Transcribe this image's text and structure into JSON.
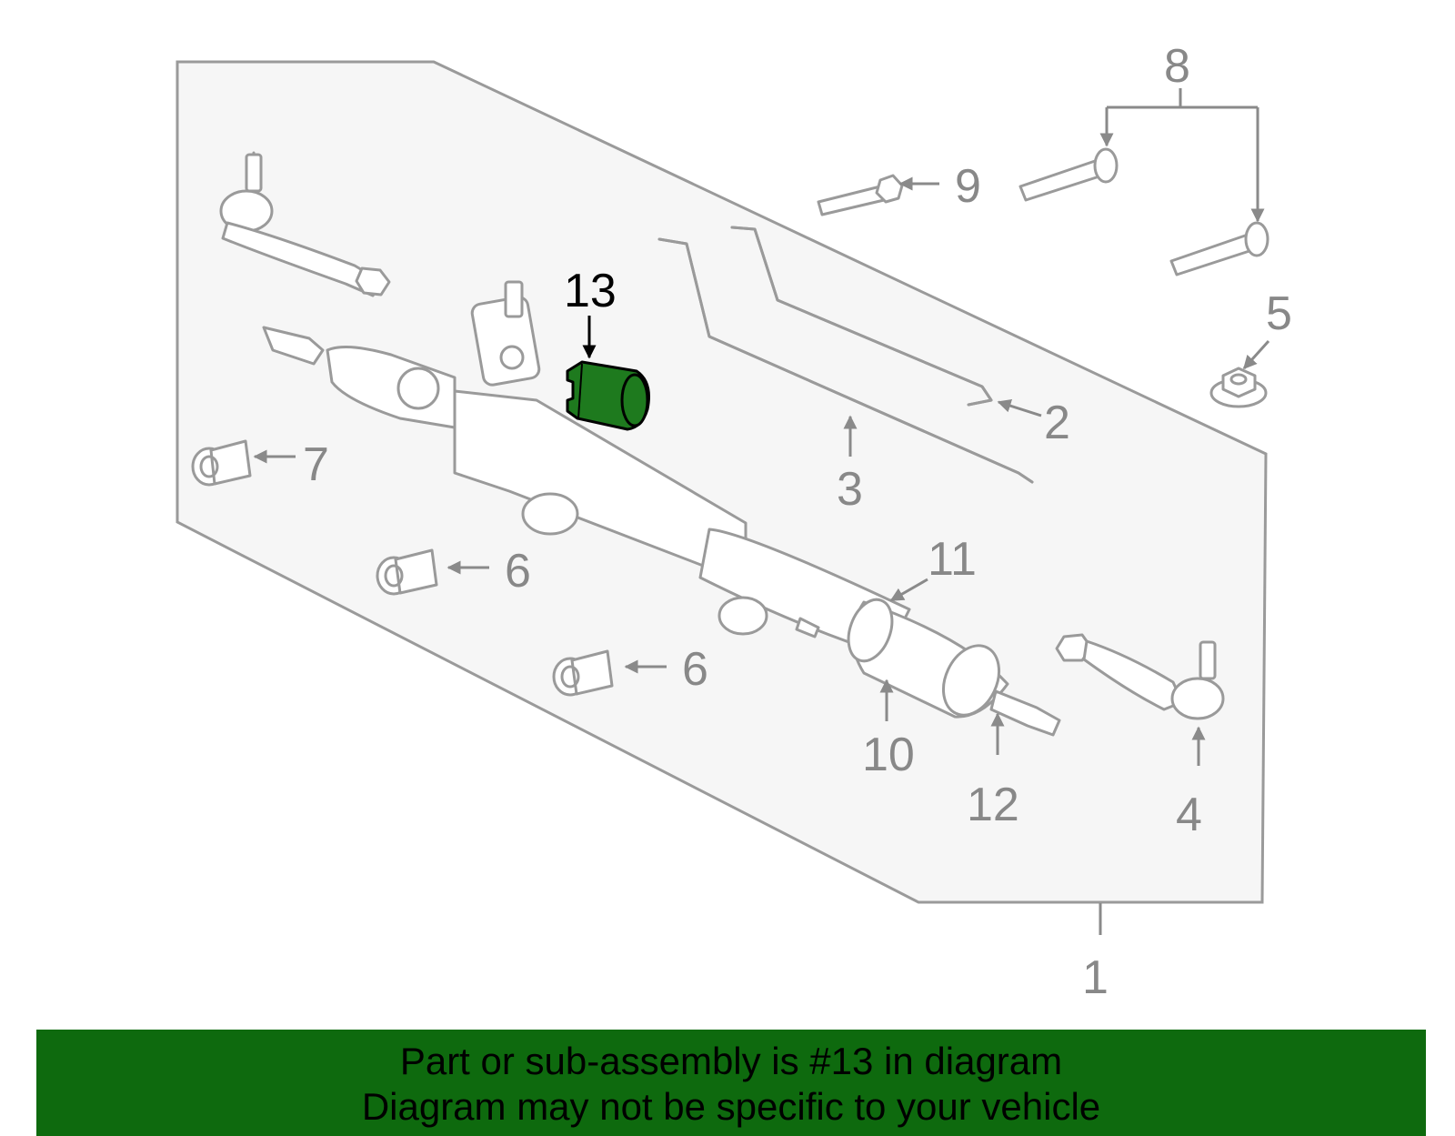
{
  "diagram": {
    "callouts": [
      {
        "id": "1",
        "text": "1"
      },
      {
        "id": "2",
        "text": "2"
      },
      {
        "id": "3",
        "text": "3"
      },
      {
        "id": "4",
        "text": "4"
      },
      {
        "id": "5",
        "text": "5"
      },
      {
        "id": "6a",
        "text": "6"
      },
      {
        "id": "6b",
        "text": "6"
      },
      {
        "id": "7",
        "text": "7"
      },
      {
        "id": "8",
        "text": "8"
      },
      {
        "id": "9",
        "text": "9"
      },
      {
        "id": "10",
        "text": "10"
      },
      {
        "id": "11",
        "text": "11"
      },
      {
        "id": "12",
        "text": "12"
      },
      {
        "id": "13",
        "text": "13",
        "highlighted": true
      }
    ],
    "highlight_color": "#1e7a1e",
    "panel_color": "#f6f6f6"
  },
  "banner": {
    "line1": "Part or sub-assembly is #13 in diagram",
    "line2": "Diagram may not be specific to your vehicle",
    "background": "#0e6a0e"
  }
}
